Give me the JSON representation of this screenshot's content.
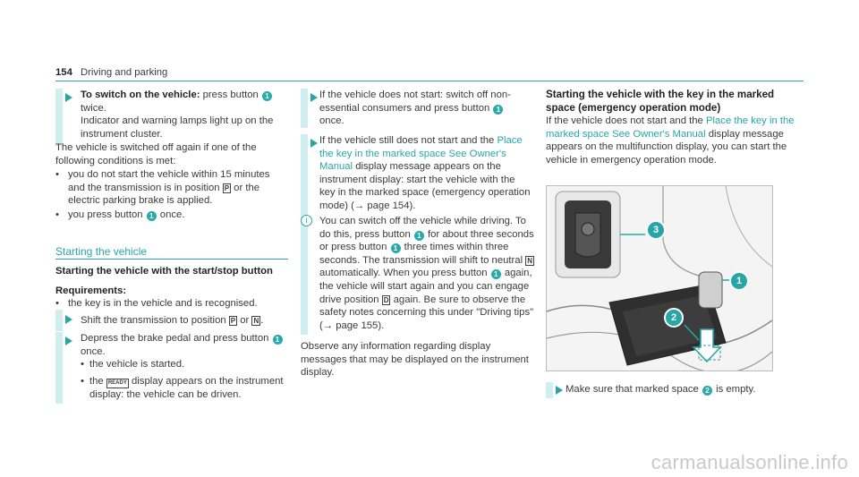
{
  "header": {
    "page_number": "154",
    "section": "Driving and parking"
  },
  "col1": {
    "step1_label": "To switch on the vehicle:",
    "step1_text_a": " press button ",
    "step1_badge": "1",
    "step1_text_b": "twice.",
    "step1_text_c": "Indicator and warning lamps light up on the instrument cluster.",
    "switch_off_text": "The vehicle is switched off again if one of the following conditions is met:",
    "cond1_a": "you do not start the vehicle within 15 minutes and the transmission is in position ",
    "cond1_key": "P",
    "cond1_b": " or the electric parking brake is applied.",
    "cond2_a": "you press button ",
    "cond2_badge": "1",
    "cond2_b": " once.",
    "section_title": "Starting the vehicle",
    "subsection_title": "Starting the vehicle with the start/stop button",
    "requirements_label": "Requirements:",
    "req1": "the key is in the vehicle and is recognised.",
    "step2_a": "Shift the transmission to position ",
    "step2_key1": "P",
    "step2_or": " or ",
    "step2_key2": "N",
    "step2_end": ".",
    "step3_a": "Depress the brake pedal and press button ",
    "step3_badge": "1",
    "step3_b": "once.",
    "sub1": "the vehicle is started.",
    "sub2_a": "the ",
    "sub2_key": "READY",
    "sub2_b": " display appears on the instrument display: the vehicle can be driven."
  },
  "col2": {
    "step1_a": "If the vehicle does not start: switch off non-essential consumers and press button ",
    "step1_badge": "1",
    "step1_b": "once.",
    "step2_a": "If the vehicle still does not start and the ",
    "step2_link": "Place the key in the marked space See Owner's Manual",
    "step2_b": " display message appears on the instrument display: start the vehicle with the key in the marked space (emergency operation mode) (",
    "step2_ref": "→ page 154",
    "step2_c": ").",
    "note_icon": "info-icon",
    "note_a": "You can switch off the vehicle while driving. To do this, press button ",
    "note_badge1": "1",
    "note_b": " for about three seconds or press button ",
    "note_badge2": "1",
    "note_c": " three times within three seconds. The transmission will shift to neutral ",
    "note_key1": "N",
    "note_d": " automatically. When you press button ",
    "note_badge3": "1",
    "note_e": " again, the vehicle will start again and you can engage drive position ",
    "note_key2": "D",
    "note_f": " again. Be sure to observe the safety notes concerning this under \"Driving tips\" (",
    "note_ref": "→ page 155",
    "note_g": ").",
    "observe": "Observe any information regarding display messages that may be displayed on the instrument display."
  },
  "col3": {
    "title": "Starting the vehicle with the key in the marked space (emergency operation mode)",
    "para_a": "If the vehicle does not start and the ",
    "para_link": "Place the key in the marked space See Owner's Manual",
    "para_b": " display message appears on the multifunction display, you can start the vehicle in emergency operation mode.",
    "callout1": "1",
    "callout2": "2",
    "callout3": "3",
    "step_a": "Make sure that marked space ",
    "step_badge": "2",
    "step_b": " is empty."
  },
  "footer": {
    "watermark": "carmanualsonline.info"
  },
  "colors": {
    "accent": "#27a6a6",
    "bar": "#cfeef0"
  }
}
